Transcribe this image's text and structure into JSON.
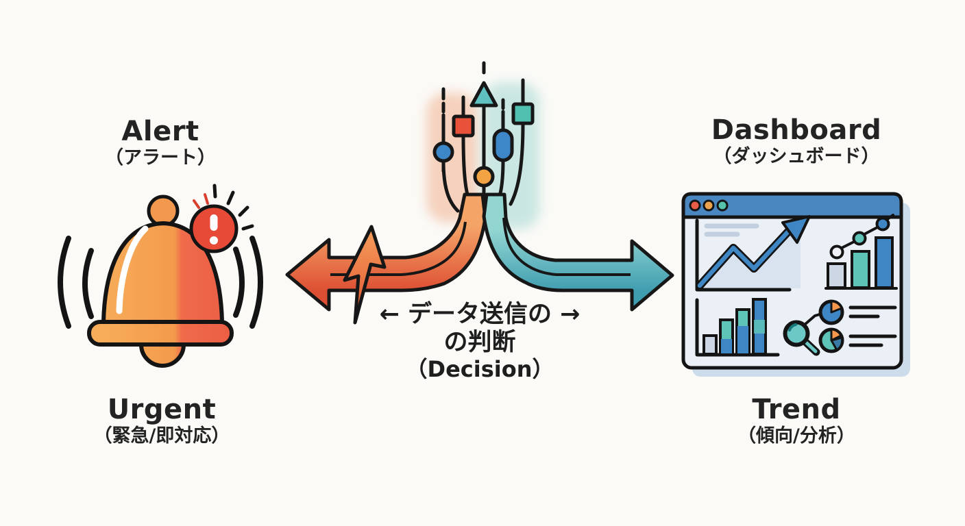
{
  "scene": {
    "background": "#FBFAF7",
    "kind": "data-transmission-decision-diagram"
  },
  "decision": {
    "line1": "← データ送信の →",
    "line2": "の判断",
    "line3": "（Decision）"
  },
  "alert": {
    "title": "Alert",
    "subtitle": "（アラート）"
  },
  "urgent": {
    "title": "Urgent",
    "subtitle": "（緊急/即対応）"
  },
  "dashboard": {
    "title": "Dashboard",
    "subtitle": "（ダッシュボード）"
  },
  "trend": {
    "title": "Trend",
    "subtitle": "（傾向/分析）"
  },
  "colors": {
    "ink": "#1A1A1A",
    "text": "#232323",
    "orange": "#F2994E",
    "red": "#E8523A",
    "teal": "#5FC2BD",
    "blue": "#3D87C8",
    "amber": "#F2A444",
    "card_titlebar": "#4A86C0",
    "card_bg": "#EAF0F6",
    "card_shadow": "#CDDCEA",
    "salmon_tint": "#F3C4AB",
    "teal_tint": "#BFE2DD"
  },
  "icons": {
    "left": [
      "bell-icon",
      "notification-badge-icon",
      "sound-waves-icon"
    ],
    "center": [
      "data-stream-icon",
      "lightning-arrow-left-icon",
      "arrow-right-icon"
    ],
    "right": [
      "dashboard-window-icon",
      "browser-dots-icon",
      "trend-line-chart-icon",
      "bar-chart-icon",
      "pie-chart-icon",
      "magnifier-icon"
    ]
  }
}
